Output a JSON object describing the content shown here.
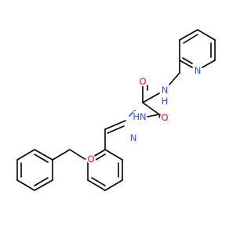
{
  "molecule": {
    "atoms": {
      "o_ether": {
        "label": "O",
        "color": "#ff0d0d"
      },
      "o_amide_upper": {
        "label": "O",
        "color": "#ff0d0d"
      },
      "o_amide_lower": {
        "label": "O",
        "color": "#ff0d0d"
      },
      "n_pyridine": {
        "label": "N",
        "color": "#3050f8"
      },
      "n_amide": {
        "label": "N",
        "color": "#3050f8"
      },
      "h_amide": {
        "label": "H",
        "color": "#3050f8"
      },
      "n_imine": {
        "label": "N",
        "color": "#3050f8"
      },
      "n_hydrazide": {
        "label": "N",
        "color": "#3050f8"
      },
      "h_hydrazide": {
        "label": "H",
        "color": "#3050f8"
      }
    },
    "hydrazide_nh_text": "HN"
  }
}
